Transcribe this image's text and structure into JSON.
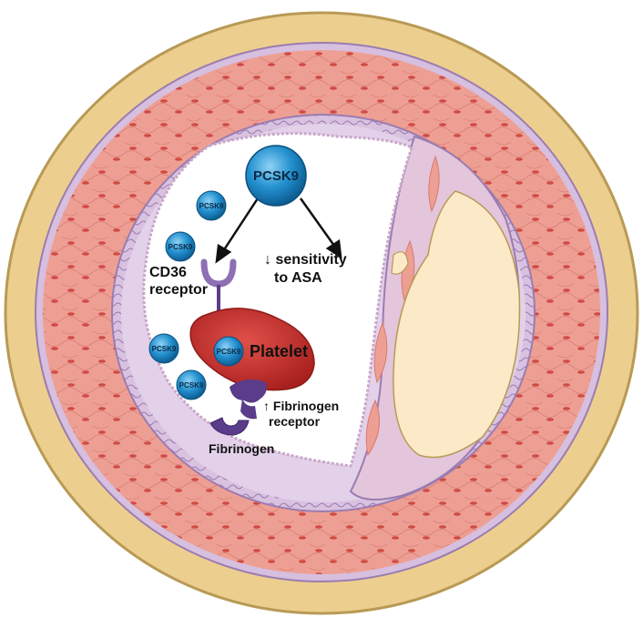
{
  "pcsk9": {
    "main_label": "PCSK9",
    "small_label": "PCSK9"
  },
  "labels": {
    "cd36_line1": "CD36",
    "cd36_line2": "receptor",
    "sensitivity_line1": "↓ sensitivity",
    "sensitivity_line2": "to ASA",
    "platelet": "Platelet",
    "fibrinogen_receptor_line1": "↑ Fibrinogen",
    "fibrinogen_receptor_line2": "receptor",
    "fibrinogen": "Fibrinogen"
  },
  "colors": {
    "adventitia": "#eccf8e",
    "media": "#ee9f93",
    "intima": "#d9c2e0",
    "plaque_core": "#fbe9c8",
    "platelet": "#c8302b",
    "pcsk9": "#2390cf",
    "receptor": "#5a3c8a"
  }
}
